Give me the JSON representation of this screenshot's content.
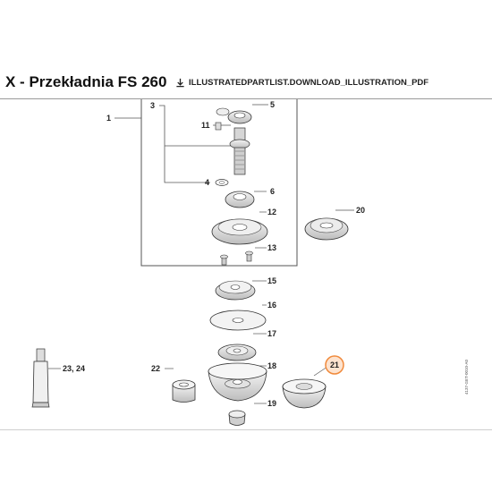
{
  "header": {
    "title": "X - Przekładnia FS 260",
    "download_label": "ILLUSTRATEDPARTLIST.DOWNLOAD_ILLUSTRATION_PDF"
  },
  "diagram": {
    "labels": {
      "p1": "1",
      "p3": "3",
      "p4": "4",
      "p5": "5",
      "p6": "6",
      "p11": "11",
      "p12": "12",
      "p13": "13",
      "p15": "15",
      "p16": "16",
      "p17": "17",
      "p18": "18",
      "p19": "19",
      "p20": "20",
      "p21": "21",
      "p22": "22",
      "p2324": "23, 24"
    },
    "highlighted_part": "21",
    "highlight_color": "#f08a3c",
    "side_code": "4137-GET-0010-A0"
  }
}
